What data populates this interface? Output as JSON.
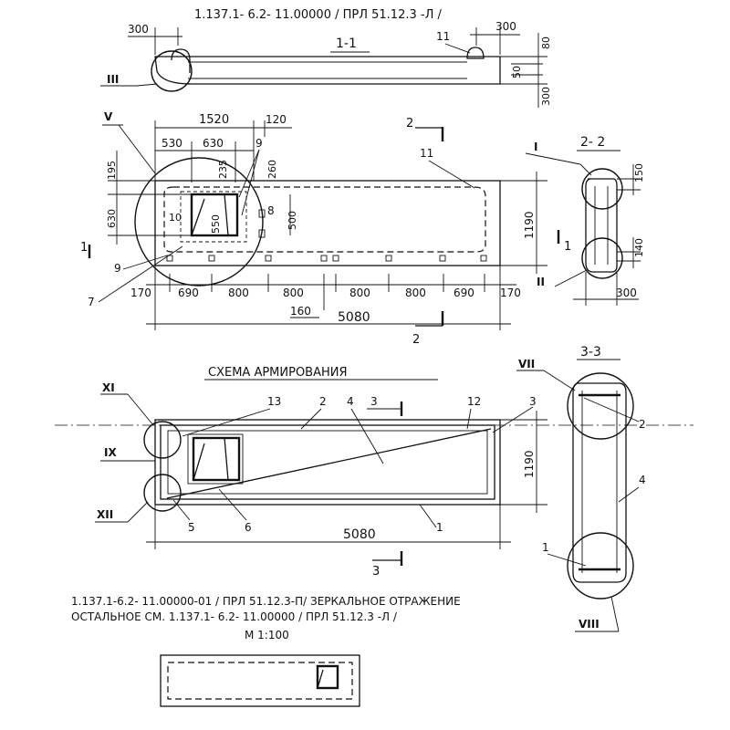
{
  "header": {
    "designation": "1.137.1- 6.2- 11.00000 / ПРЛ 51.12.3 -Л /"
  },
  "sections": {
    "s11": "1-1",
    "s22": "2- 2",
    "s33": "3-3"
  },
  "section_marks": {
    "m1": "1",
    "m2": "2",
    "m3": "3"
  },
  "dimensions": {
    "d300": "300",
    "d80": "80",
    "d50": "50",
    "d1520": "1520",
    "d120": "120",
    "d530": "530",
    "d630": "630",
    "d235": "235",
    "d260": "260",
    "d195": "195",
    "d630b": "630",
    "d550": "550",
    "d500": "500",
    "d1190": "1190",
    "d150": "150",
    "d140": "140",
    "d170": "170",
    "d690": "690",
    "d800": "800",
    "d160": "160",
    "d5080": "5080"
  },
  "positions": {
    "p1": "1",
    "p2": "2",
    "p3": "3",
    "p4": "4",
    "p5": "5",
    "p6": "6",
    "p7": "7",
    "p8": "8",
    "p9": "9",
    "p10": "10",
    "p11": "11",
    "p12": "12",
    "p13": "13"
  },
  "callouts": {
    "c1": "I",
    "c2": "II",
    "c3": "III",
    "c5": "V",
    "c7": "VII",
    "c8": "VIII",
    "c9": "IX",
    "c11": "XI",
    "c12": "XII"
  },
  "reinforcement_title": "СХЕМА  АРМИРОВАНИЯ",
  "notes": {
    "line1": "1.137.1-6.2- 11.00000-01 / ПРЛ 51.12.3-П/ ЗЕРКАЛЬНОЕ ОТРАЖЕНИЕ",
    "line2": "ОСТАЛЬНОЕ СМ. 1.137.1- 6.2- 11.00000 / ПРЛ 51.12.3 -Л /",
    "scale": "М 1:100"
  }
}
